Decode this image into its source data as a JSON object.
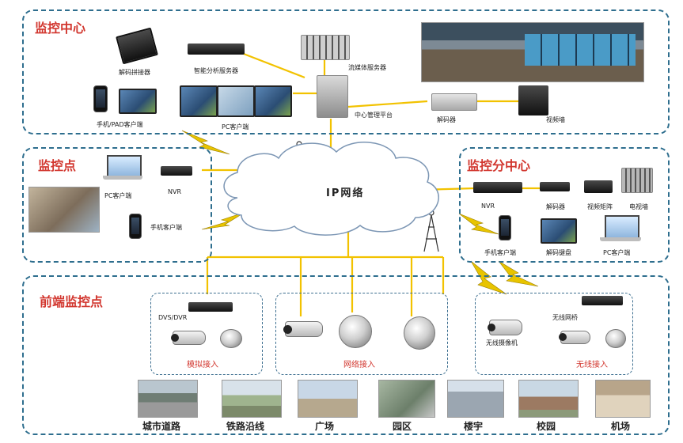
{
  "regions": {
    "center": "监控中心",
    "point": "监控点",
    "subcenter": "监控分中心",
    "frontend": "前端监控点"
  },
  "network": {
    "label": "IP网络"
  },
  "center_devices": {
    "decoder_board": "解码拼接器",
    "video_analysis": "智能分析服务器",
    "storage": "流媒体服务器",
    "mobile_pad": "手机/PAD客户端",
    "pc_client": "PC客户端",
    "platform": "中心管理平台",
    "decoder": "解码器",
    "wall": "视频墙"
  },
  "point_devices": {
    "pc": "PC客户端",
    "nvr": "NVR",
    "phone": "手机客户端"
  },
  "sub_devices": {
    "nvr": "NVR",
    "encoder": "解码器",
    "decoder": "视频矩阵",
    "keyboard": "电视墙",
    "phone": "手机客户端",
    "pad": "解码键盘",
    "pc": "PC客户端"
  },
  "frontend": {
    "analog_title": "模拟接入",
    "analog_device": "DVS/DVR",
    "network_title": "网络接入",
    "wireless_title": "无线接入",
    "wireless_cam": "无线摄像机",
    "wireless_bridge": "无线网桥"
  },
  "scenes": [
    "城市道路",
    "铁路沿线",
    "广场",
    "园区",
    "楼宇",
    "校园",
    "机场"
  ],
  "colors": {
    "border": "#2e6e8e",
    "title": "#d2372f",
    "link": "#f2c200",
    "bolt": "#e8c400"
  }
}
